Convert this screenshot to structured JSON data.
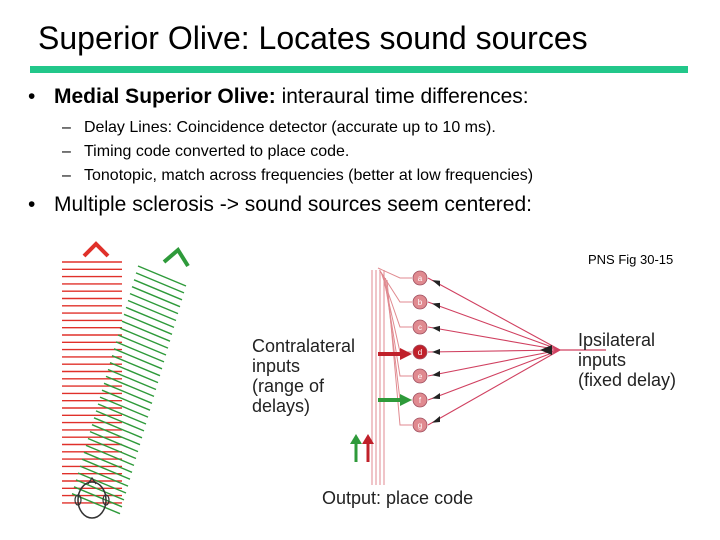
{
  "slide": {
    "title": "Superior Olive: Locates sound sources",
    "accent_color": "#22c78a",
    "bullet_symbol": "•",
    "dash_symbol": "–",
    "bullet1": {
      "bold": "Medial Superior Olive:",
      "rest": " interaural time differences:"
    },
    "subbullets": [
      "Delay Lines: Coincidence detector (accurate up to 10 ms).",
      "Timing code converted to place code.",
      "Tonotopic, match across frequencies (better at low frequencies)"
    ],
    "bullet2": "Multiple sclerosis -> sound sources seem centered:"
  },
  "figure": {
    "caption": "PNS Fig 30-15",
    "contralateral_lines": [
      "Contralateral",
      "inputs",
      "(range of",
      "delays)"
    ],
    "ipsilateral_lines": [
      "Ipsilateral",
      "inputs",
      "(fixed delay)"
    ],
    "output_label": "Output: place code",
    "neuron_labels": [
      "a",
      "b",
      "c",
      "d",
      "e",
      "f",
      "g"
    ],
    "colors": {
      "red_wave": "#e0302a",
      "green_wave": "#2e9a3a",
      "axon": "#d04060",
      "neuron": "#e08a90",
      "active_neuron": "#c0202a"
    }
  }
}
